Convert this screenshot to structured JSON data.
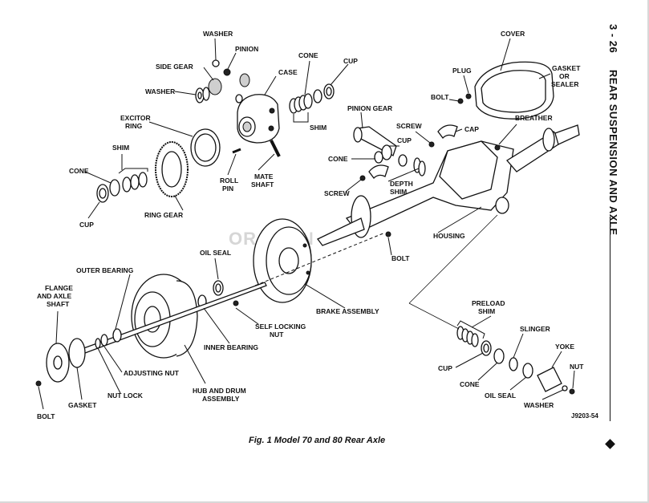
{
  "header": {
    "page_number": "3 - 26",
    "section_title": "REAR SUSPENSION AND AXLE"
  },
  "caption": "Fig. 1 Model 70 and 80 Rear Axle",
  "figure_code": "J9203-54",
  "watermark": "ORATION",
  "labels": {
    "washer_top": "WASHER",
    "pinion": "PINION",
    "side_gear": "SIDE GEAR",
    "washer_left": "WASHER",
    "case": "CASE",
    "cone_top": "CONE",
    "cup_top": "CUP",
    "shim_top": "SHIM",
    "excitor_ring_1": "EXCITOR",
    "excitor_ring_2": "RING",
    "shim_left": "SHIM",
    "cone_left": "CONE",
    "cup_left": "CUP",
    "ring_gear": "RING GEAR",
    "roll_pin_1": "ROLL",
    "roll_pin_2": "PIN",
    "mate_shaft_1": "MATE",
    "mate_shaft_2": "SHAFT",
    "cover": "COVER",
    "plug": "PLUG",
    "bolt_cover": "BOLT",
    "gasket_sealer_1": "GASKET",
    "gasket_sealer_2": "OR",
    "gasket_sealer_3": "SEALER",
    "pinion_gear": "PINION GEAR",
    "screw_top": "SCREW",
    "cap": "CAP",
    "breather": "BREATHER",
    "cup_pinion": "CUP",
    "cone_pinion": "CONE",
    "screw_lower": "SCREW",
    "depth_shim_1": "DEPTH",
    "depth_shim_2": "SHIM",
    "housing": "HOUSING",
    "bolt_housing": "BOLT",
    "oil_seal_axle": "OIL SEAL",
    "outer_bearing": "OUTER BEARING",
    "flange_1": "FLANGE",
    "flange_2": "AND AXLE",
    "flange_3": "SHAFT",
    "brake_assembly": "BRAKE ASSEMBLY",
    "self_locking_nut_1": "SELF LOCKING",
    "self_locking_nut_2": "NUT",
    "inner_bearing": "INNER BEARING",
    "adjusting_nut": "ADJUSTING NUT",
    "nut_lock": "NUT LOCK",
    "hub_drum_1": "HUB AND DRUM",
    "hub_drum_2": "ASSEMBLY",
    "gasket_bottom": "GASKET",
    "bolt_bottom": "BOLT",
    "preload_shim_1": "PRELOAD",
    "preload_shim_2": "SHIM",
    "slinger": "SLINGER",
    "yoke": "YOKE",
    "nut": "NUT",
    "cup_yoke": "CUP",
    "cone_yoke": "CONE",
    "oil_seal_yoke": "OIL SEAL",
    "washer_yoke": "WASHER"
  }
}
